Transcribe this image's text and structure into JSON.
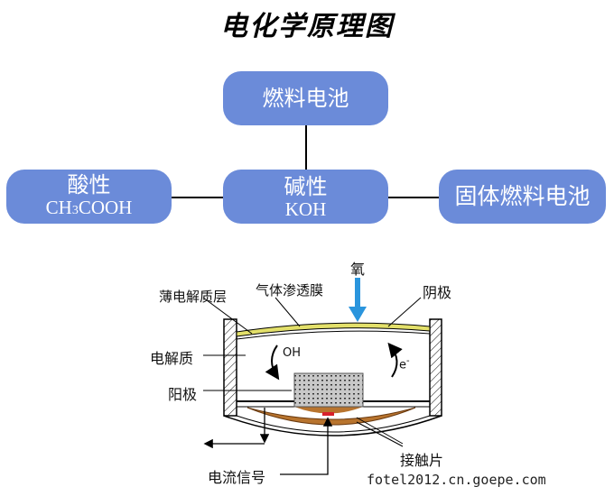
{
  "title": "电化学原理图",
  "tree": {
    "root": {
      "label": "燃料电池"
    },
    "children": [
      {
        "label": "酸性",
        "formula_parts": [
          "CH",
          "3",
          "COOH"
        ]
      },
      {
        "label": "碱性",
        "formula": "KOH"
      },
      {
        "label": "固体燃料电池"
      }
    ]
  },
  "cell_diagram": {
    "labels": {
      "oxygen": "氧",
      "thin_electrolyte_layer": "薄电解质层",
      "gas_membrane": "气体渗透膜",
      "cathode": "阴极",
      "electrolyte": "电解质",
      "anode": "阳极",
      "hydroxide": "OH",
      "electron": "e",
      "electron_charge": "-",
      "contact": "接触片",
      "current_signal": "电流信号"
    },
    "colors": {
      "node_fill": "#6b8bd9",
      "oxygen_arrow": "#2a95dd",
      "membrane": "#e3e06a",
      "contact_plate": "#b8742e",
      "sensor_pad": "#d8202a",
      "anode_block": "#c8c8c8"
    }
  },
  "watermark": "fotel2012.cn.goepe.com"
}
